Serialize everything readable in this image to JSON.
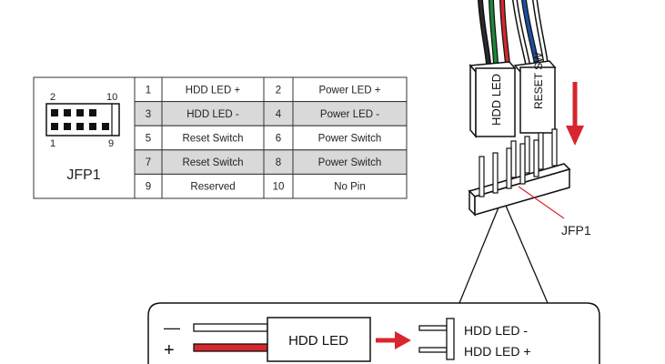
{
  "header": {
    "title": "JFP1",
    "pin_top_left": "2",
    "pin_top_right": "10",
    "pin_bottom_left": "1",
    "pin_bottom_right": "9"
  },
  "pins": [
    {
      "odd_num": "1",
      "odd_label": "HDD LED +",
      "even_num": "2",
      "even_label": "Power LED +",
      "shaded": false
    },
    {
      "odd_num": "3",
      "odd_label": "HDD LED -",
      "even_num": "4",
      "even_label": "Power LED -",
      "shaded": true
    },
    {
      "odd_num": "5",
      "odd_label": "Reset Switch",
      "even_num": "6",
      "even_label": "Power Switch",
      "shaded": false
    },
    {
      "odd_num": "7",
      "odd_label": "Reset Switch",
      "even_num": "8",
      "even_label": "Power Switch",
      "shaded": true
    },
    {
      "odd_num": "9",
      "odd_label": "Reserved",
      "even_num": "10",
      "even_label": "No Pin",
      "shaded": false
    }
  ],
  "connector": {
    "label_left": "HDD LED",
    "label_right": "RESET SW",
    "header_label": "JFP1"
  },
  "inset": {
    "minus_sign": "—",
    "plus_sign": "+",
    "plug_label": "HDD LED",
    "pin_minus_label": "HDD LED -",
    "pin_plus_label": "HDD LED +"
  },
  "colors": {
    "wire_red": "#d7262e",
    "wire_green": "#1a8a3a",
    "wire_blue": "#1f4fa3",
    "arrow_red": "#d7262e",
    "shade": "#d9d9d9"
  }
}
